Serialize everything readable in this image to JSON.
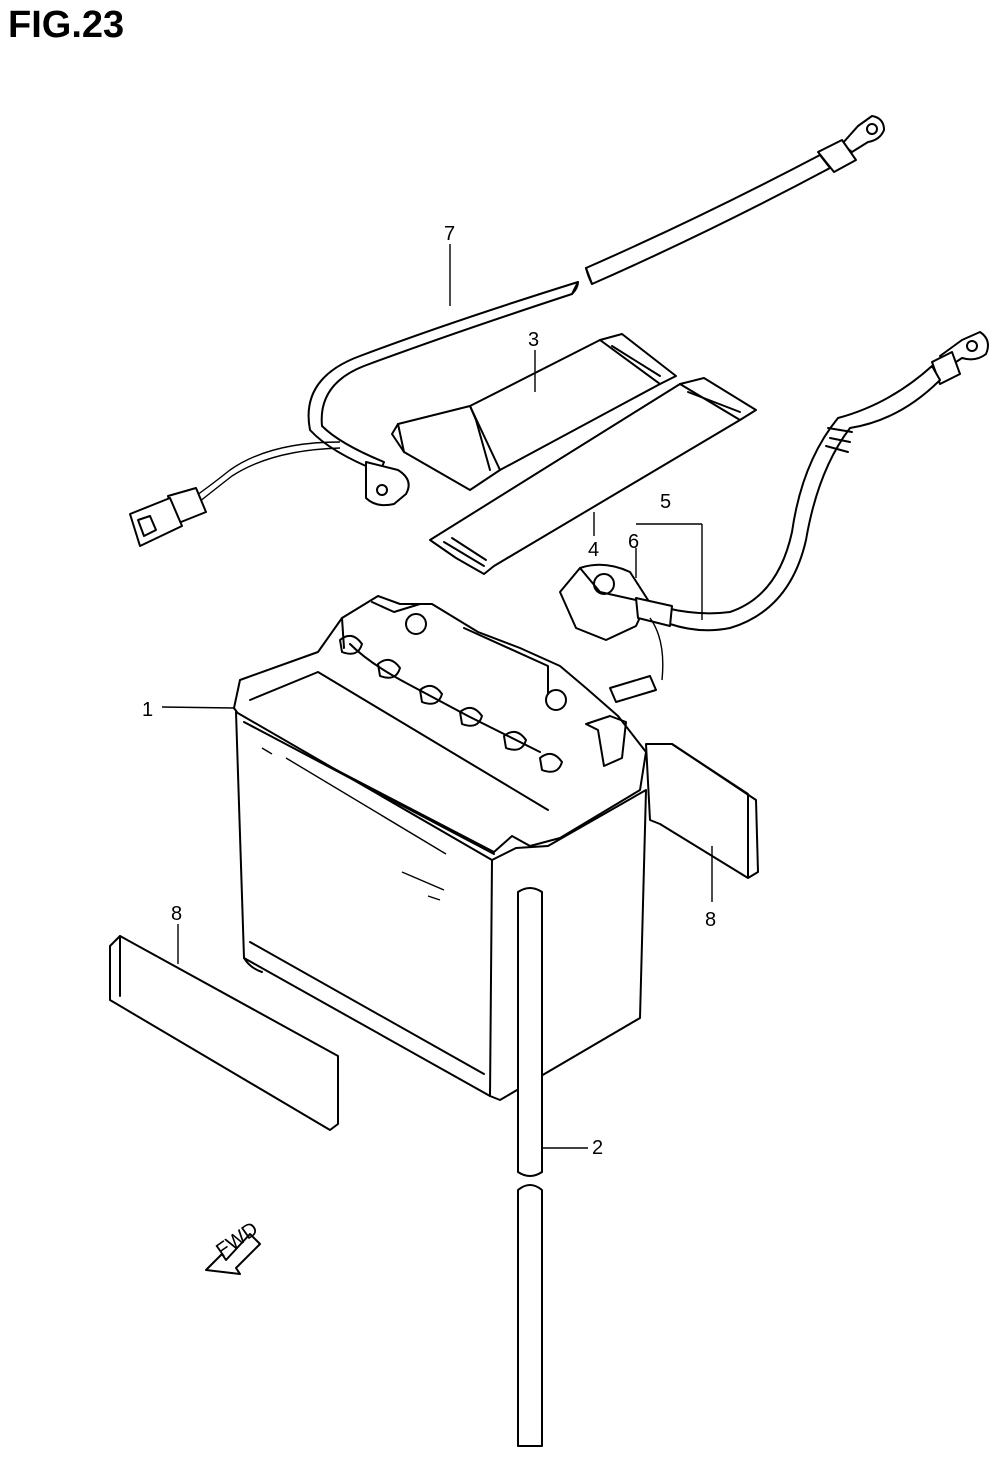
{
  "figure": {
    "title": "FIG.23"
  },
  "callouts": {
    "c1": "1",
    "c2": "2",
    "c3": "3",
    "c4": "4",
    "c5": "5",
    "c6": "6",
    "c7": "7",
    "c8a": "8",
    "c8b": "8"
  },
  "fwd_label": "FWD"
}
